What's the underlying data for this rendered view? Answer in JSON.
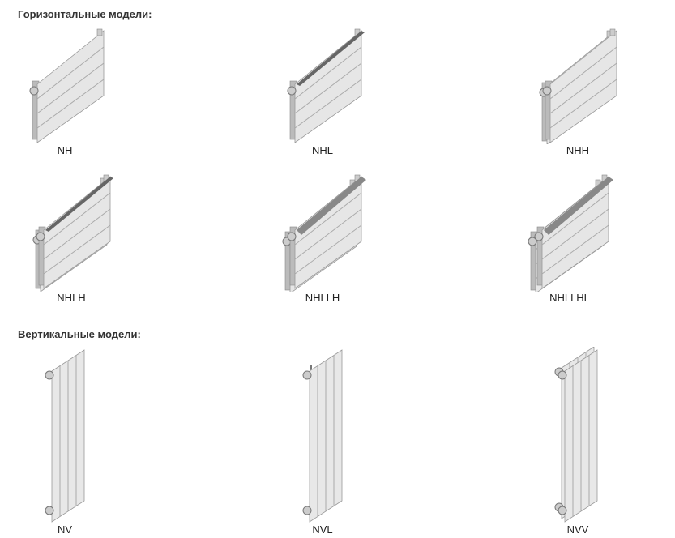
{
  "sections": [
    {
      "title": "Горизонтальные модели:",
      "models": [
        "NH",
        "NHL",
        "NHH",
        "NHLH",
        "NHLLH",
        "NHLLHL"
      ]
    },
    {
      "title": "Вертикальные модели:",
      "models": [
        "NV",
        "NVL",
        "NVV"
      ]
    }
  ]
}
